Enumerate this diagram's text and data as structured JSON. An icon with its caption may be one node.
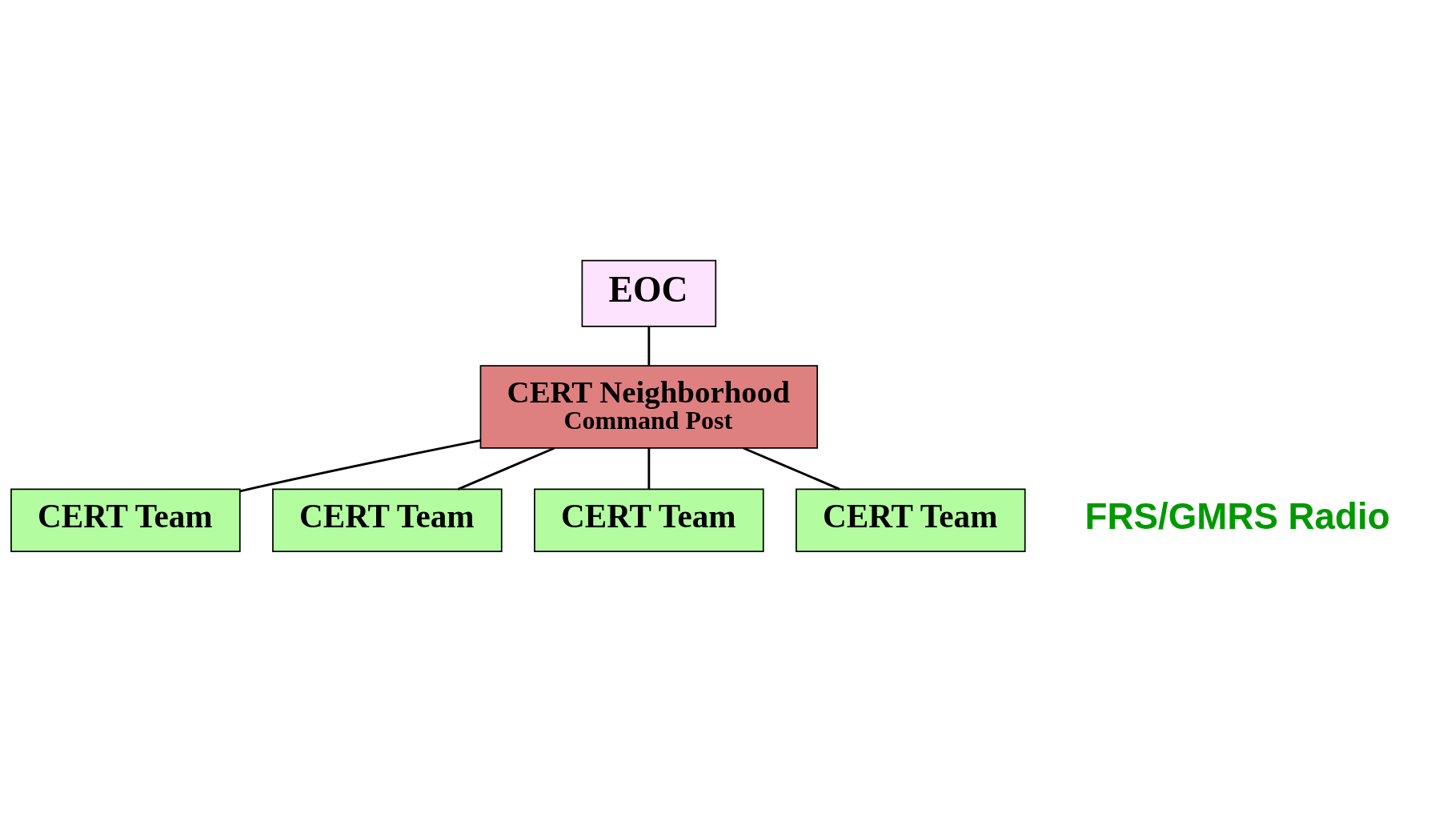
{
  "diagram": {
    "nodes": [
      {
        "text": [
          "EOC"
        ]
      },
      {
        "text": [
          "CERT Neighborhood",
          "Command Post"
        ]
      },
      {
        "text": [
          "CERT Team"
        ]
      },
      {
        "text": [
          "CERT Team"
        ]
      },
      {
        "text": [
          "CERT Team"
        ]
      },
      {
        "text": [
          "CERT Team"
        ]
      }
    ],
    "edges": [
      {
        "from": 0,
        "to": 1,
        "arrow": "none"
      },
      {
        "from": 1,
        "to": 2,
        "arrow": "none"
      },
      {
        "from": 1,
        "to": 3,
        "arrow": "none"
      },
      {
        "from": 1,
        "to": 4,
        "arrow": "none"
      },
      {
        "from": 1,
        "to": 5,
        "arrow": "none"
      }
    ],
    "labels": [
      "FRS/GMRS Radio"
    ]
  }
}
